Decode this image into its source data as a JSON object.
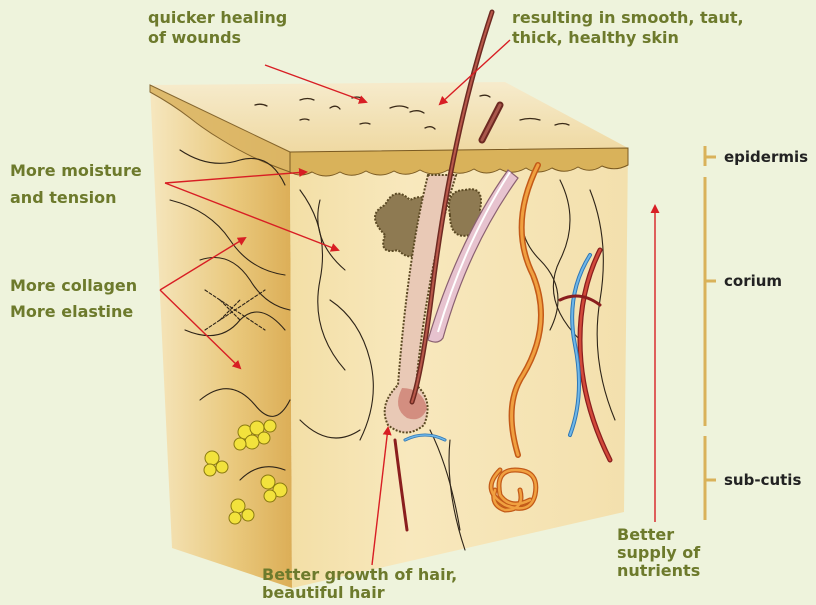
{
  "colors": {
    "background": "#eef3dc",
    "label_text": "#6d7a2c",
    "pointer": "#d81e24",
    "layer_bracket": "#d9b25a"
  },
  "annotations": {
    "healing_line1": "quicker healing",
    "healing_line2": "of wounds",
    "smooth_line1": "resulting in smooth, taut,",
    "smooth_line2": "thick, healthy skin",
    "moisture_line1": "More moisture",
    "moisture_line2": "and tension",
    "collagen_line1": "More collagen",
    "collagen_line2": "More elastine",
    "hair_line1": "Better growth of hair,",
    "hair_line2": "beautiful hair",
    "supply_line1": "Better",
    "supply_line2": "supply of",
    "supply_line3": "nutrients"
  },
  "layers": {
    "epidermis": "epidermis",
    "corium": "corium",
    "subcutis": "sub-cutis"
  }
}
